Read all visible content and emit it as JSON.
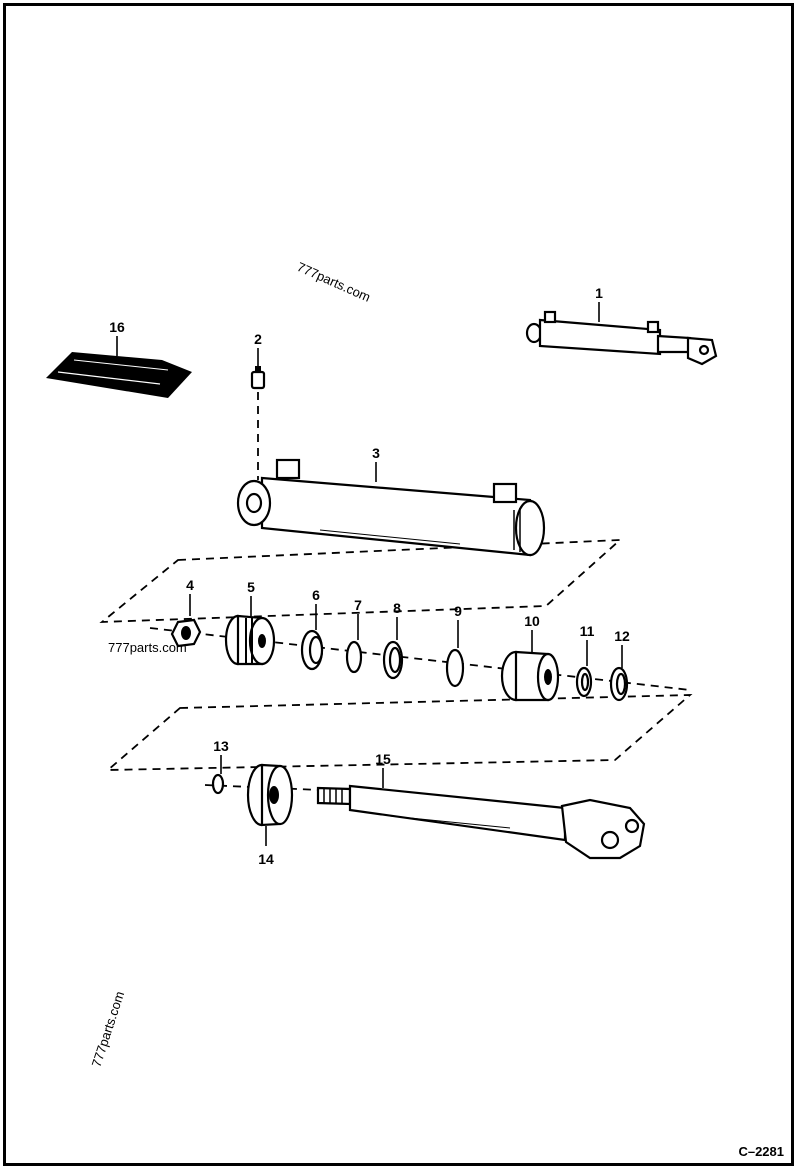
{
  "drawing_code": "C–2281",
  "watermarks": [
    "777parts.com",
    "777parts.com",
    "777parts.com"
  ],
  "callouts": [
    "1",
    "2",
    "3",
    "4",
    "5",
    "6",
    "7",
    "8",
    "9",
    "10",
    "11",
    "12",
    "13",
    "14",
    "15",
    "16"
  ]
}
